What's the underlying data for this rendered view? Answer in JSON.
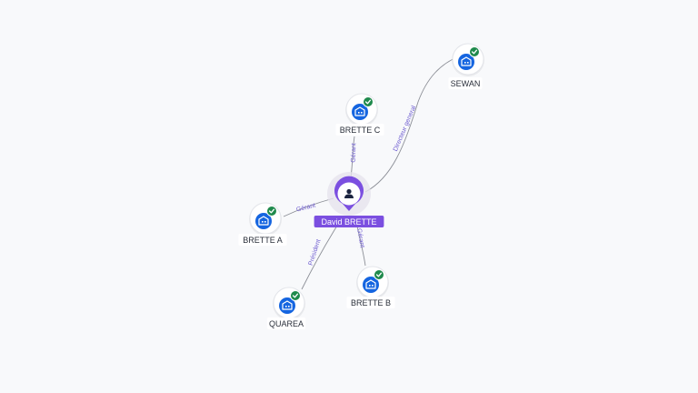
{
  "center": {
    "name": "David BRETTE",
    "icon": "person-icon",
    "color": "#7b4fe0"
  },
  "companies": [
    {
      "id": "sewan",
      "name": "SEWAN",
      "icon": "company-building-icon",
      "status": "verified-check-icon"
    },
    {
      "id": "brette-c",
      "name": "BRETTE C",
      "icon": "company-building-icon",
      "status": "verified-check-icon"
    },
    {
      "id": "brette-a",
      "name": "BRETTE A",
      "icon": "company-building-icon",
      "status": "verified-check-icon"
    },
    {
      "id": "brette-b",
      "name": "BRETTE B",
      "icon": "company-building-icon",
      "status": "verified-check-icon"
    },
    {
      "id": "quarea",
      "name": "QUAREA",
      "icon": "company-building-icon",
      "status": "verified-check-icon"
    }
  ],
  "relations": [
    {
      "to": "sewan",
      "label": "Directeur general"
    },
    {
      "to": "brette-c",
      "label": "Gérant"
    },
    {
      "to": "brette-a",
      "label": "Gérant"
    },
    {
      "to": "brette-b",
      "label": "Gérant"
    },
    {
      "to": "quarea",
      "label": "Président"
    }
  ],
  "colors": {
    "company": "#1565e0",
    "check": "#1f8a4c",
    "edge": "#8c8f97",
    "edge_label": "#6d5bd0"
  }
}
